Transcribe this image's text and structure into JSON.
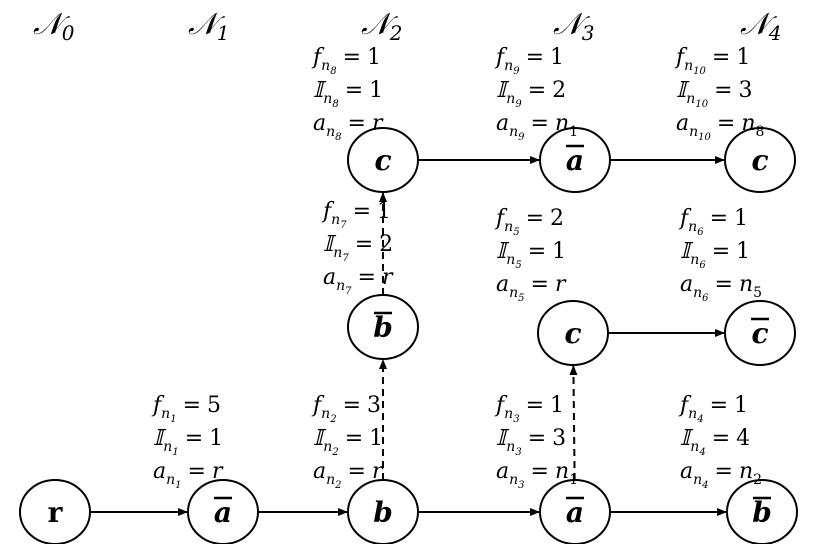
{
  "levels": [
    {
      "sym": "𝒩",
      "sub": "0"
    },
    {
      "sym": "𝒩",
      "sub": "1"
    },
    {
      "sym": "𝒩",
      "sub": "2"
    },
    {
      "sym": "𝒩",
      "sub": "3"
    },
    {
      "sym": "𝒩",
      "sub": "4"
    }
  ],
  "nodes": [
    {
      "id": "r",
      "label": "r",
      "bar": false
    },
    {
      "id": "n1",
      "label": "a",
      "bar": true
    },
    {
      "id": "n2",
      "label": "b",
      "bar": false
    },
    {
      "id": "n3",
      "label": "a",
      "bar": true
    },
    {
      "id": "n4",
      "label": "b",
      "bar": true
    },
    {
      "id": "n5",
      "label": "c",
      "bar": false
    },
    {
      "id": "n6",
      "label": "c",
      "bar": true
    },
    {
      "id": "n7",
      "label": "b",
      "bar": true
    },
    {
      "id": "n8",
      "label": "c",
      "bar": false
    },
    {
      "id": "n9",
      "label": "a",
      "bar": true
    },
    {
      "id": "n10",
      "label": "c",
      "bar": false
    }
  ],
  "edges": [
    {
      "from": "r",
      "to": "n1",
      "style": "solid"
    },
    {
      "from": "n1",
      "to": "n2",
      "style": "solid"
    },
    {
      "from": "n2",
      "to": "n3",
      "style": "solid"
    },
    {
      "from": "n3",
      "to": "n4",
      "style": "solid"
    },
    {
      "from": "n2",
      "to": "n7",
      "style": "dashed"
    },
    {
      "from": "n7",
      "to": "n8",
      "style": "dashed"
    },
    {
      "from": "n3",
      "to": "n5",
      "style": "dashed"
    },
    {
      "from": "n5",
      "to": "n6",
      "style": "solid"
    },
    {
      "from": "n8",
      "to": "n9",
      "style": "solid"
    },
    {
      "from": "n9",
      "to": "n10",
      "style": "solid"
    }
  ],
  "annotations": [
    {
      "node": "n1",
      "f": "5",
      "I": "1",
      "a": "r",
      "a_sub": ""
    },
    {
      "node": "n2",
      "f": "3",
      "I": "1",
      "a": "r",
      "a_sub": ""
    },
    {
      "node": "n3",
      "f": "1",
      "I": "3",
      "a": "n",
      "a_sub": "1"
    },
    {
      "node": "n4",
      "f": "1",
      "I": "4",
      "a": "n",
      "a_sub": "2"
    },
    {
      "node": "n5",
      "f": "2",
      "I": "1",
      "a": "r",
      "a_sub": ""
    },
    {
      "node": "n6",
      "f": "1",
      "I": "1",
      "a": "n",
      "a_sub": "5"
    },
    {
      "node": "n7",
      "f": "1",
      "I": "2",
      "a": "r",
      "a_sub": ""
    },
    {
      "node": "n8",
      "f": "1",
      "I": "1",
      "a": "r",
      "a_sub": ""
    },
    {
      "node": "n9",
      "f": "1",
      "I": "2",
      "a": "n",
      "a_sub": "1"
    },
    {
      "node": "n10",
      "f": "1",
      "I": "3",
      "a": "n",
      "a_sub": "8"
    }
  ],
  "symbols": {
    "f": "f",
    "I": "𝕀",
    "a": "a",
    "n": "n",
    "eq": "="
  }
}
